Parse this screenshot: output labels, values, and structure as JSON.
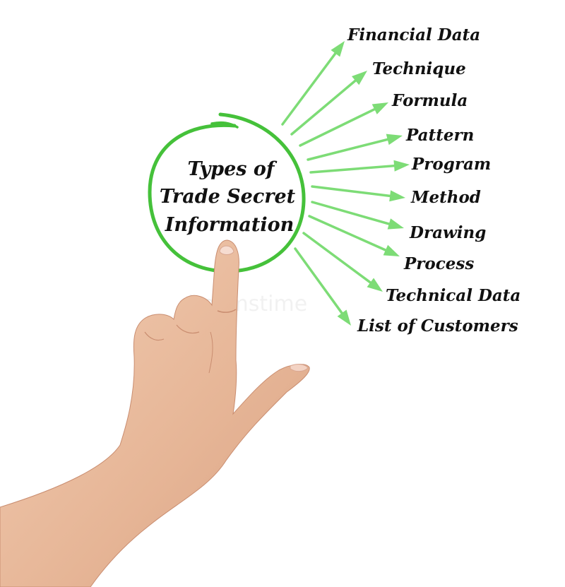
{
  "colors": {
    "accent": "#45c13a",
    "arrow": "#7ddc76",
    "text": "#111111",
    "skin": "#e8b89a"
  },
  "center": {
    "lines": [
      "Types of",
      "Trade Secret",
      "Information"
    ]
  },
  "items": [
    "Financial Data",
    "Technique",
    "Formula",
    "Pattern",
    "Program",
    "Method",
    "Drawing",
    "Process",
    "Technical Data",
    "List of Customers"
  ],
  "watermark": "dreamstime"
}
